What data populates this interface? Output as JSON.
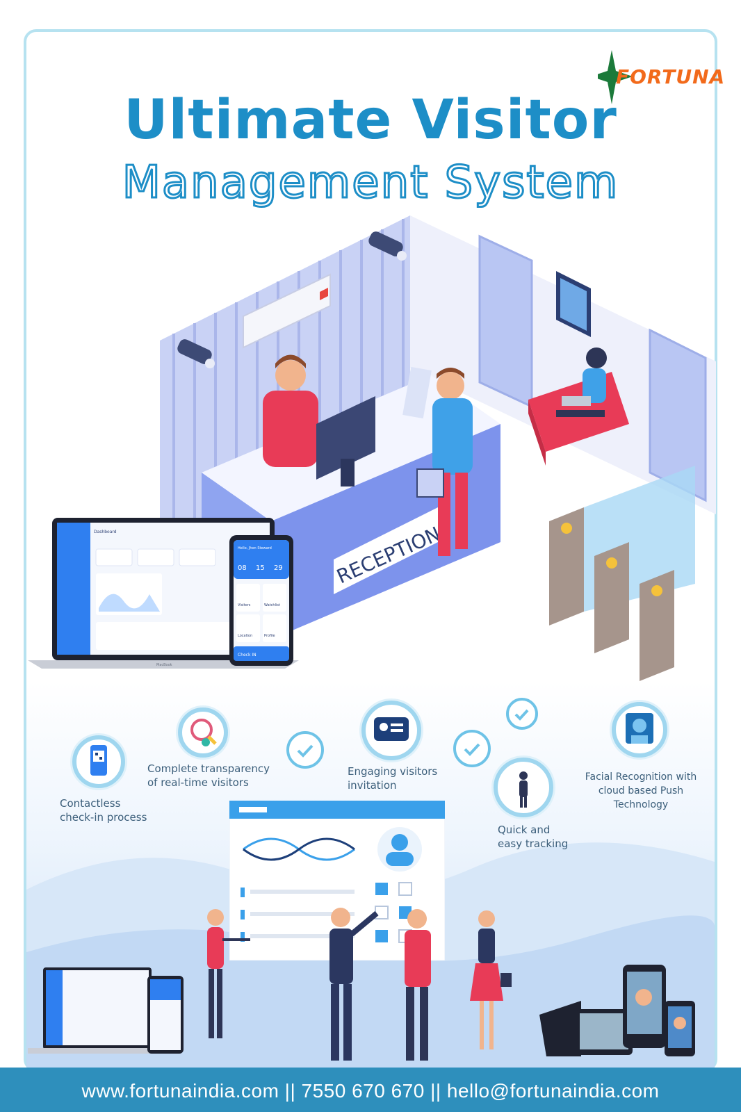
{
  "brand": {
    "name": "FORTUNA",
    "color": "#f26a1b",
    "accent": "#1b7a3a"
  },
  "title": {
    "line1": "Ultimate Visitor",
    "line2": "Management System",
    "color": "#1d8ec7"
  },
  "scene": {
    "reception_sign": "RECEPTION",
    "dashboard_title": "Dashboard",
    "mobile_greeting": "Hello, Jhon Steward",
    "mobile_stats": [
      "08",
      "15",
      "29"
    ],
    "mobile_tiles": [
      "Visitors",
      "Watchlist",
      "Location",
      "Profile"
    ],
    "mobile_cta": "Check IN",
    "laptop_brand": "MacBook"
  },
  "features": [
    {
      "label_line1": "Contactless",
      "label_line2": "check-in process",
      "icon": "qr-phone-icon"
    },
    {
      "label_line1": "Complete transparency",
      "label_line2": "of real-time visitors",
      "icon": "magnifier-icon"
    },
    {
      "label_line1": "Engaging visitors",
      "label_line2": "invitation",
      "icon": "id-card-icon"
    },
    {
      "label_line1": "Quick and",
      "label_line2": "easy tracking",
      "icon": "person-icon"
    },
    {
      "label_line1": "Facial Recognition with",
      "label_line2": "cloud based Push",
      "label_line3": "Technology",
      "icon": "face-scan-icon"
    }
  ],
  "footer": {
    "text": "www.fortunaindia.com  || 7550 670 670 || hello@fortunaindia.com",
    "background": "#2e8fbc"
  }
}
